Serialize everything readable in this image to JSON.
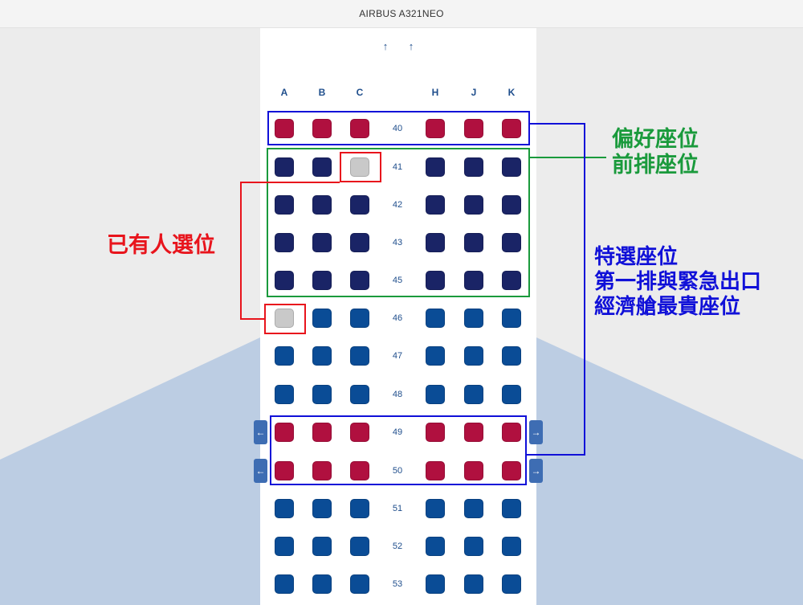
{
  "header": {
    "title": "AIRBUS A321NEO"
  },
  "nav": {
    "up_arrow": "↑"
  },
  "columns": [
    "A",
    "B",
    "C",
    "H",
    "J",
    "K"
  ],
  "rows": [
    {
      "num": "40",
      "seats": [
        "extra",
        "extra",
        "extra",
        "extra",
        "extra",
        "extra"
      ]
    },
    {
      "num": "41",
      "seats": [
        "preferred",
        "preferred",
        "occupied",
        "preferred",
        "preferred",
        "preferred"
      ]
    },
    {
      "num": "42",
      "seats": [
        "preferred",
        "preferred",
        "preferred",
        "preferred",
        "preferred",
        "preferred"
      ]
    },
    {
      "num": "43",
      "seats": [
        "preferred",
        "preferred",
        "preferred",
        "preferred",
        "preferred",
        "preferred"
      ]
    },
    {
      "num": "45",
      "seats": [
        "preferred",
        "preferred",
        "preferred",
        "preferred",
        "preferred",
        "preferred"
      ]
    },
    {
      "num": "46",
      "seats": [
        "occupied",
        "standard",
        "standard",
        "standard",
        "standard",
        "standard"
      ]
    },
    {
      "num": "47",
      "seats": [
        "standard",
        "standard",
        "standard",
        "standard",
        "standard",
        "standard"
      ]
    },
    {
      "num": "48",
      "seats": [
        "standard",
        "standard",
        "standard",
        "standard",
        "standard",
        "standard"
      ]
    },
    {
      "num": "49",
      "seats": [
        "extra",
        "extra",
        "extra",
        "extra",
        "extra",
        "extra"
      ],
      "exit": true
    },
    {
      "num": "50",
      "seats": [
        "extra",
        "extra",
        "extra",
        "extra",
        "extra",
        "extra"
      ],
      "exit": true
    },
    {
      "num": "51",
      "seats": [
        "standard",
        "standard",
        "standard",
        "standard",
        "standard",
        "standard"
      ]
    },
    {
      "num": "52",
      "seats": [
        "standard",
        "standard",
        "standard",
        "standard",
        "standard",
        "standard"
      ]
    },
    {
      "num": "53",
      "seats": [
        "standard",
        "standard",
        "standard",
        "standard",
        "standard",
        "standard"
      ]
    }
  ],
  "exit_arrows": {
    "left": "←",
    "right": "→"
  },
  "seat_colors": {
    "extra": "#b0103f",
    "preferred": "#1a2466",
    "standard": "#0a4c96",
    "occupied": "#c9c9c9"
  },
  "annotations": {
    "occupied": {
      "text": "已有人選位",
      "color": "#e8141c"
    },
    "preferred": {
      "text": "偏好座位\n前排座位",
      "color": "#1a9a3c"
    },
    "extra": {
      "text": "特選座位\n第一排與緊急出口\n經濟艙最貴座位",
      "color": "#1010d8"
    }
  }
}
